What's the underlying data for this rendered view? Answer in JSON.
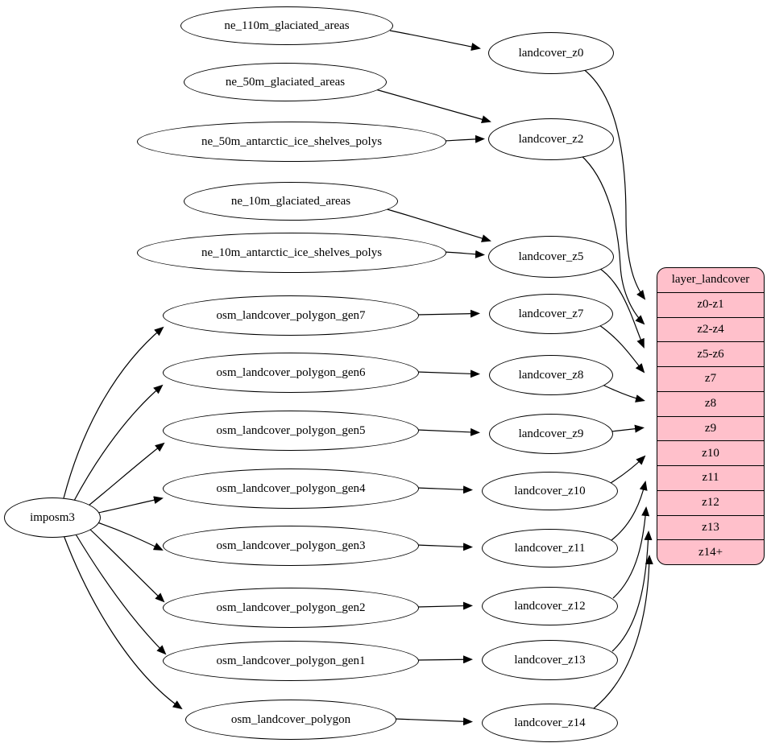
{
  "root": {
    "label": "imposm3"
  },
  "sources": [
    "ne_110m_glaciated_areas",
    "ne_50m_glaciated_areas",
    "ne_50m_antarctic_ice_shelves_polys",
    "ne_10m_glaciated_areas",
    "ne_10m_antarctic_ice_shelves_polys",
    "osm_landcover_polygon_gen7",
    "osm_landcover_polygon_gen6",
    "osm_landcover_polygon_gen5",
    "osm_landcover_polygon_gen4",
    "osm_landcover_polygon_gen3",
    "osm_landcover_polygon_gen2",
    "osm_landcover_polygon_gen1",
    "osm_landcover_polygon"
  ],
  "intermediates": [
    "landcover_z0",
    "landcover_z2",
    "landcover_z5",
    "landcover_z7",
    "landcover_z8",
    "landcover_z9",
    "landcover_z10",
    "landcover_z11",
    "landcover_z12",
    "landcover_z13",
    "landcover_z14"
  ],
  "record": {
    "title": "layer_landcover",
    "rows": [
      "z0-z1",
      "z2-z4",
      "z5-z6",
      "z7",
      "z8",
      "z9",
      "z10",
      "z11",
      "z12",
      "z13",
      "z14+"
    ]
  },
  "edges": [
    [
      "ne_110m_glaciated_areas",
      "landcover_z0"
    ],
    [
      "ne_50m_glaciated_areas",
      "landcover_z2"
    ],
    [
      "ne_50m_antarctic_ice_shelves_polys",
      "landcover_z2"
    ],
    [
      "ne_10m_glaciated_areas",
      "landcover_z5"
    ],
    [
      "ne_10m_antarctic_ice_shelves_polys",
      "landcover_z5"
    ],
    [
      "imposm3",
      "osm_landcover_polygon_gen7"
    ],
    [
      "imposm3",
      "osm_landcover_polygon_gen6"
    ],
    [
      "imposm3",
      "osm_landcover_polygon_gen5"
    ],
    [
      "imposm3",
      "osm_landcover_polygon_gen4"
    ],
    [
      "imposm3",
      "osm_landcover_polygon_gen3"
    ],
    [
      "imposm3",
      "osm_landcover_polygon_gen2"
    ],
    [
      "imposm3",
      "osm_landcover_polygon_gen1"
    ],
    [
      "imposm3",
      "osm_landcover_polygon"
    ],
    [
      "osm_landcover_polygon_gen7",
      "landcover_z7"
    ],
    [
      "osm_landcover_polygon_gen6",
      "landcover_z8"
    ],
    [
      "osm_landcover_polygon_gen5",
      "landcover_z9"
    ],
    [
      "osm_landcover_polygon_gen4",
      "landcover_z10"
    ],
    [
      "osm_landcover_polygon_gen3",
      "landcover_z11"
    ],
    [
      "osm_landcover_polygon_gen2",
      "landcover_z12"
    ],
    [
      "osm_landcover_polygon_gen1",
      "landcover_z13"
    ],
    [
      "osm_landcover_polygon",
      "landcover_z14"
    ],
    [
      "landcover_z0",
      "layer_landcover.z0-z1"
    ],
    [
      "landcover_z2",
      "layer_landcover.z2-z4"
    ],
    [
      "landcover_z5",
      "layer_landcover.z5-z6"
    ],
    [
      "landcover_z7",
      "layer_landcover.z7"
    ],
    [
      "landcover_z8",
      "layer_landcover.z8"
    ],
    [
      "landcover_z9",
      "layer_landcover.z9"
    ],
    [
      "landcover_z10",
      "layer_landcover.z10"
    ],
    [
      "landcover_z11",
      "layer_landcover.z11"
    ],
    [
      "landcover_z12",
      "layer_landcover.z12"
    ],
    [
      "landcover_z13",
      "layer_landcover.z13"
    ],
    [
      "landcover_z14",
      "layer_landcover.z14+"
    ]
  ],
  "colors": {
    "record_fill": "#ffc0cb",
    "node_fill": "#ffffff",
    "stroke": "#000000"
  }
}
